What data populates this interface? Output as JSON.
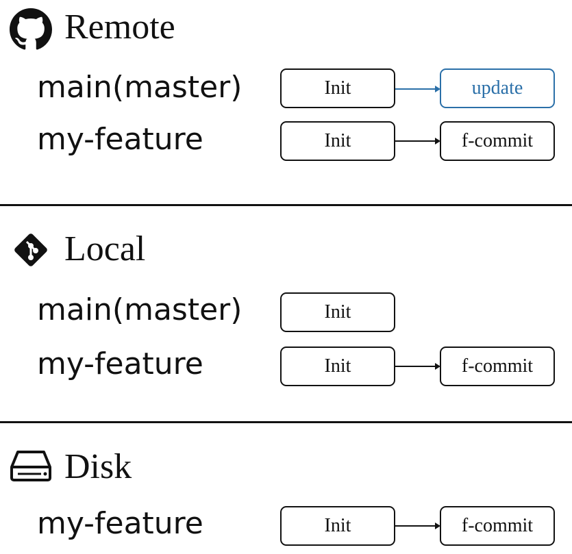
{
  "remote": {
    "title": "Remote",
    "icon": "github-icon",
    "branches": [
      {
        "label": "main(master)",
        "commits": [
          "Init",
          "update"
        ]
      },
      {
        "label": "my-feature",
        "commits": [
          "Init",
          "f-commit"
        ]
      }
    ]
  },
  "local": {
    "title": "Local",
    "icon": "git-icon",
    "branches": [
      {
        "label": "main(master)",
        "commits": [
          "Init"
        ]
      },
      {
        "label": "my-feature",
        "commits": [
          "Init",
          "f-commit"
        ]
      }
    ]
  },
  "disk": {
    "title": "Disk",
    "icon": "hard-drive-icon",
    "branches": [
      {
        "label": "my-feature",
        "commits": [
          "Init",
          "f-commit"
        ]
      }
    ]
  },
  "colors": {
    "text": "#111111",
    "highlight": "#2a6fa8"
  }
}
